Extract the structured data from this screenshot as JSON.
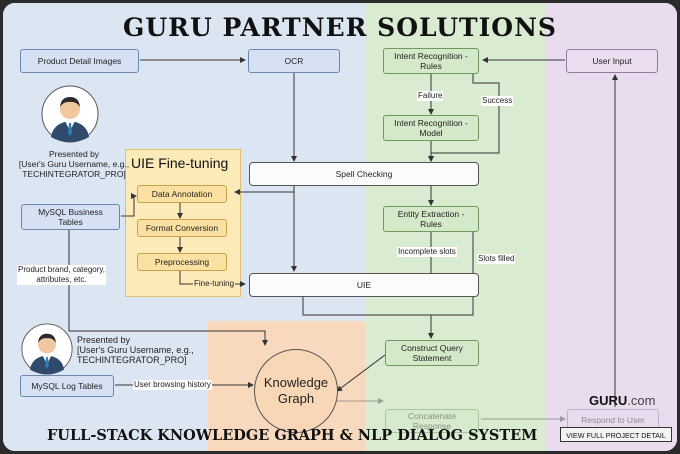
{
  "title": "GURU PARTNER SOLUTIONS",
  "footer": "FULL-STACK KNOWLEDGE GRAPH & NLP DIALOG SYSTEM",
  "brand": {
    "guru": "GURU",
    "com": ".com"
  },
  "view_button": "VIEW FULL PROJECT DETAIL",
  "uie_panel": {
    "title": "UIE Fine-tuning"
  },
  "presenter_top": "Presented by\n[User's Guru Username, e.g.,\nTECHINTEGRATOR_PRO]",
  "presenter_bottom": "Presented by\n[User's Guru Username, e.g.,\nTECHINTEGRATOR_PRO]",
  "nodes": {
    "product_detail_images": "Product Detail Images",
    "ocr": "OCR",
    "intent_rules": "Intent Recognition -\nRules",
    "user_input": "User Input",
    "intent_model": "Intent Recognition -\nModel",
    "spell_checking": "Spell Checking",
    "data_annotation": "Data Annotation",
    "format_conversion": "Format Conversion",
    "preprocessing": "Preprocessing",
    "mysql_business": "MySQL Business\nTables",
    "entity_extraction": "Entity Extraction -\nRules",
    "uie": "UIE",
    "construct_query": "Construct Query\nStatement",
    "mysql_log": "MySQL Log Tables",
    "knowledge_graph": "Knowledge\nGraph",
    "concatenate": "Concatenate\nResponse",
    "respond": "Respond to User"
  },
  "edge_labels": {
    "failure": "Failure",
    "success": "Success",
    "incomplete_slots": "Incomplete slots",
    "slots_filled": "Slots filled",
    "fine_tuning": "Fine-tuning",
    "product_brand": "Product brand, category,\nattributes, etc.",
    "browsing_history": "User browsing history"
  },
  "colors": {
    "band_blue": "#dce6f3",
    "band_green": "#d9ecd2",
    "band_purple": "#e8dcee",
    "band_orange": "#f8d9bd",
    "uie_panel": "#fcebb8"
  },
  "icons": [
    "presenter-avatar-icon"
  ]
}
